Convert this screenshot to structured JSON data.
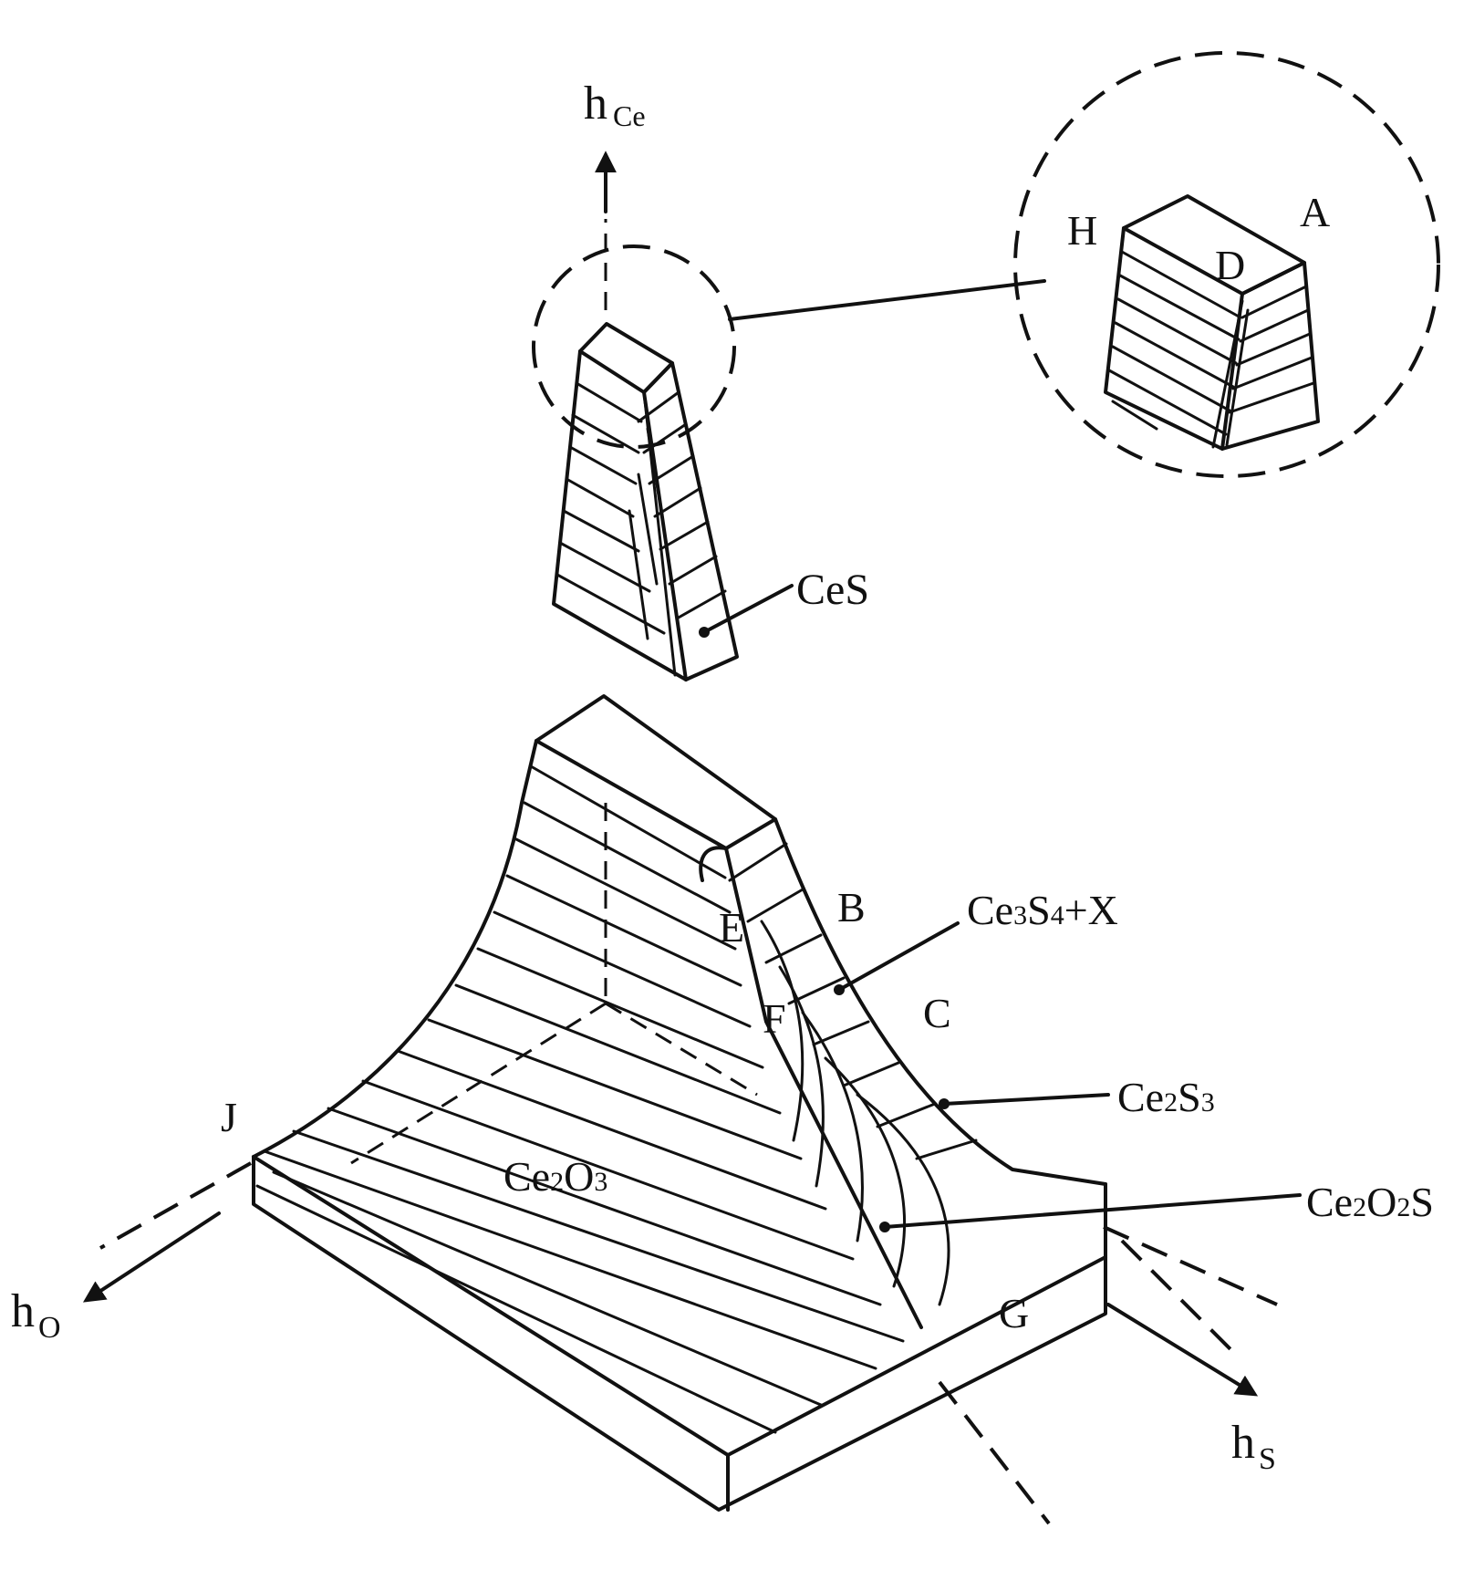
{
  "axes": {
    "vertical": {
      "main": "h",
      "sub": "Ce"
    },
    "left": {
      "main": "h",
      "sub": "O"
    },
    "right": {
      "main": "h",
      "sub": "S"
    }
  },
  "points": {
    "A": "A",
    "B": "B",
    "C": "C",
    "D": "D",
    "E": "E",
    "F": "F",
    "G": "G",
    "H": "H",
    "J": "J"
  },
  "phases": {
    "ces": "CeS",
    "ce3s4": {
      "p1": "Ce",
      "s1": "3",
      "p2": "S",
      "s2": "4",
      "p3": "+X"
    },
    "ce2s3": {
      "p1": "Ce",
      "s1": "2",
      "p2": "S",
      "s2": "3"
    },
    "ce2o2s": {
      "p1": "Ce",
      "s1": "2",
      "p2": "O",
      "s2": "2",
      "p3": "S"
    },
    "ce2o3": {
      "p1": "Ce",
      "s1": "2",
      "p2": "O",
      "s2": "3"
    }
  }
}
